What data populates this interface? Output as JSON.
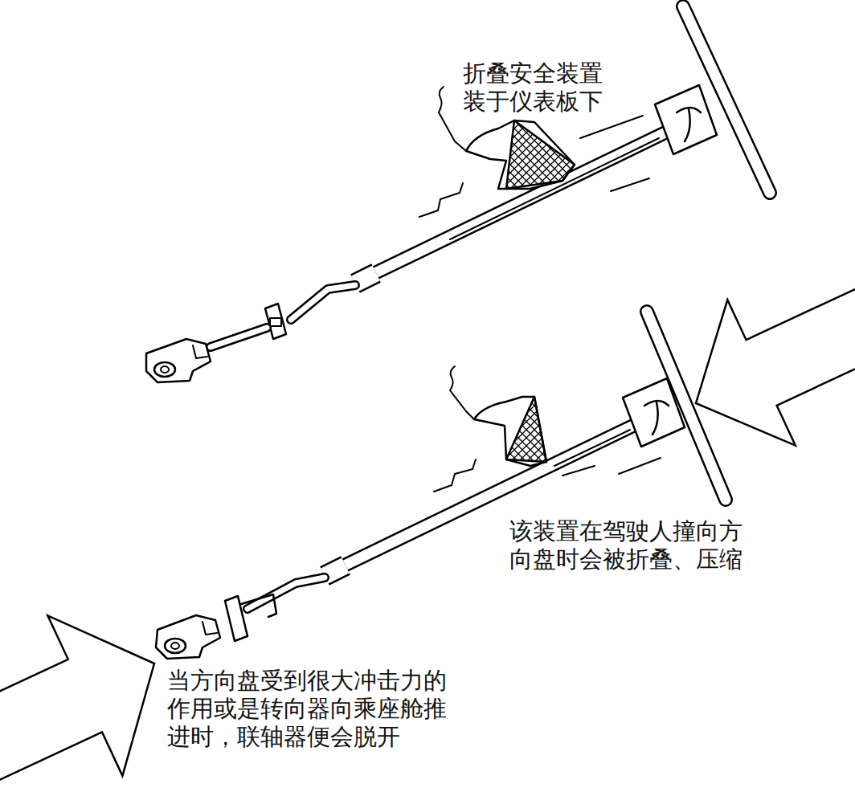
{
  "diagram": {
    "labels": [
      "折叠安全装置 装于仪表板下",
      "该装置在驾驶人撞向方 向盘时会被折叠、压缩",
      "当方向盘受到很大冲击力的 作用或是转向器向乘座舱推 进时，联轴器便会脱开"
    ]
  }
}
